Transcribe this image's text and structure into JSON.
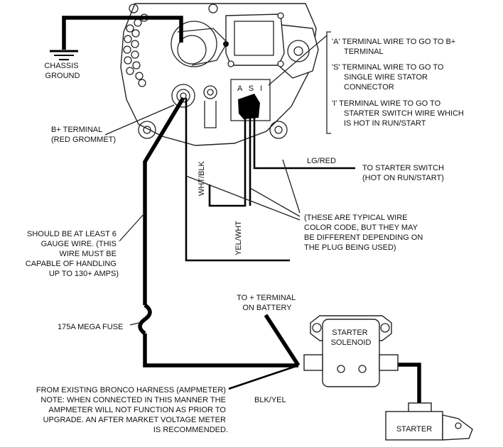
{
  "labels": {
    "chassis_ground": [
      "CHASSIS",
      "GROUND"
    ],
    "b_plus_terminal": [
      "B+ TERMINAL",
      "(RED GROMMET)"
    ],
    "terminal_letters": "A S I",
    "notes": [
      [
        "'A' TERMINAL WIRE TO GO TO  B+",
        "TERMINAL"
      ],
      [
        "'S' TERMINAL  WIRE TO GO TO",
        "SINGLE WIRE STATOR",
        "CONNECTOR"
      ],
      [
        "'I' TERMINAL  WIRE TO GO TO",
        "STARTER SWITCH WIRE WHICH",
        "IS HOT IN RUN/START"
      ]
    ],
    "lg_red": "LG/RED",
    "to_starter_switch": [
      "TO STARTER SWITCH",
      "(HOT ON RUN/START)"
    ],
    "wht_blk": "WHT/BLK",
    "yel_wht": "YEL/WHT",
    "typical_colors": [
      "(THESE ARE TYPICAL WIRE",
      "COLOR CODE, BUT THEY MAY",
      "BE DIFFERENT DEPENDING ON",
      "THE PLUG BEING USED)"
    ],
    "gauge_note": [
      "SHOULD BE AT LEAST 6",
      "GAUGE WIRE.  (THIS",
      "WIRE MUST BE",
      "CAPABLE OF HANDLING",
      "UP TO 130+ AMPS)"
    ],
    "mega_fuse": "175A MEGA FUSE",
    "battery_terminal": [
      "TO + TERMINAL",
      "ON BATTERY"
    ],
    "starter_solenoid": [
      "STARTER",
      "SOLENOID"
    ],
    "blk_yel": "BLK/YEL",
    "harness_note": [
      "FROM EXISTING BRONCO HARNESS (AMPMETER)",
      "NOTE: WHEN CONNECTED IN THIS MANNER THE",
      "AMPMETER WILL NOT FUNCTION AS PRIOR TO",
      "UPGRADE. AN AFTER MARKET VOLTAGE METER",
      "IS RECOMMENDED."
    ],
    "starter": "STARTER"
  }
}
